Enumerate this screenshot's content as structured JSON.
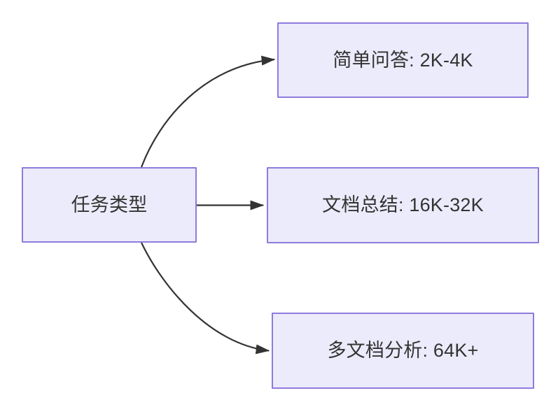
{
  "diagram": {
    "type": "flowchart",
    "direction": "left-to-right",
    "background_color": "#ffffff",
    "node_fill_color": "#ecebfb",
    "node_border_color": "#8f7bdc",
    "node_text_color": "#333333",
    "edge_color": "#333333",
    "nodes": [
      {
        "id": "root",
        "label": "任务类型",
        "role": "source"
      },
      {
        "id": "simple_qa",
        "label": "简单问答: 2K-4K",
        "role": "target"
      },
      {
        "id": "doc_summary",
        "label": "文档总结: 16K-32K",
        "role": "target"
      },
      {
        "id": "multi_doc",
        "label": "多文档分析: 64K+",
        "role": "target"
      }
    ],
    "edges": [
      {
        "from": "root",
        "to": "simple_qa",
        "label": "",
        "style": "curved-arrow"
      },
      {
        "from": "root",
        "to": "doc_summary",
        "label": "",
        "style": "straight-arrow"
      },
      {
        "from": "root",
        "to": "multi_doc",
        "label": "",
        "style": "curved-arrow"
      }
    ]
  }
}
